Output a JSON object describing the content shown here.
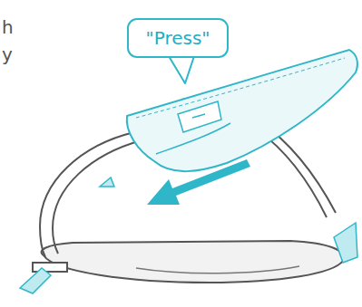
{
  "diagram": {
    "nodes": [
      {
        "text": [
          "\"Press\""
        ]
      }
    ],
    "labels": [
      "h",
      "y"
    ]
  }
}
